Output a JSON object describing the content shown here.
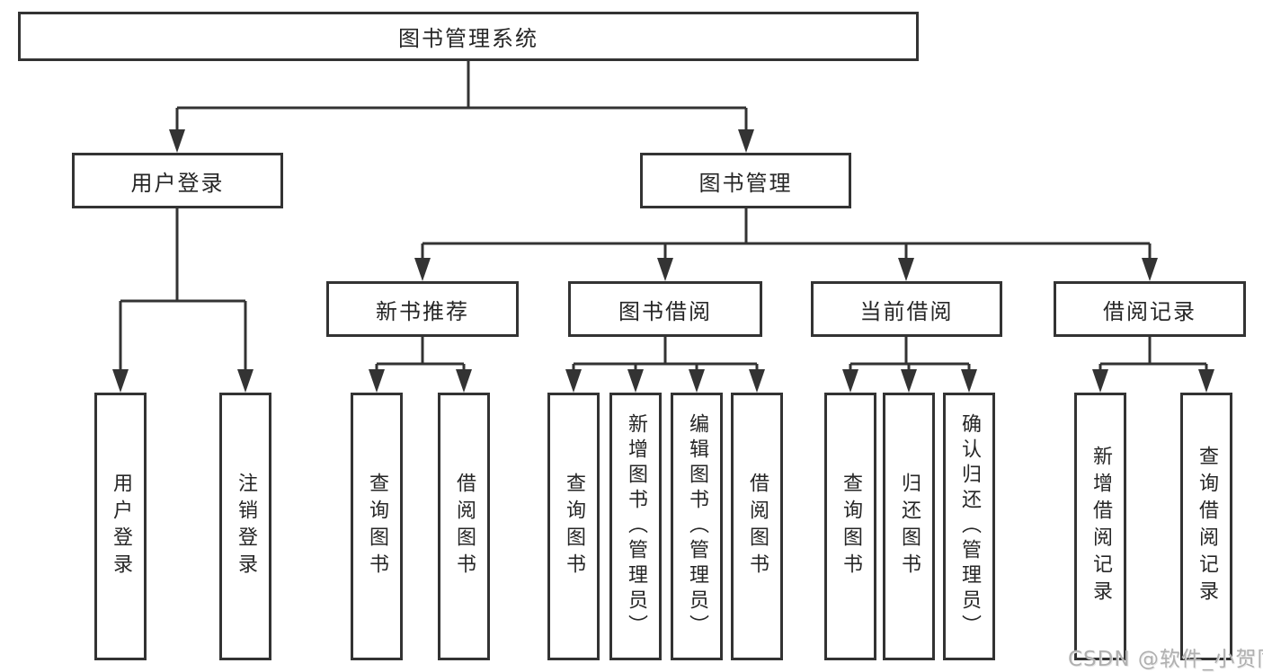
{
  "diagram": {
    "title": "图书管理系统",
    "root": {
      "label": "图书管理系统"
    },
    "level2": [
      {
        "label": "用户登录"
      },
      {
        "label": "图书管理"
      }
    ],
    "level3": [
      {
        "label": "新书推荐",
        "parent": "图书管理"
      },
      {
        "label": "图书借阅",
        "parent": "图书管理"
      },
      {
        "label": "当前借阅",
        "parent": "图书管理"
      },
      {
        "label": "借阅记录",
        "parent": "图书管理"
      }
    ],
    "leaves": [
      {
        "label": "用户登录",
        "parent": "用户登录"
      },
      {
        "label": "注销登录",
        "parent": "用户登录"
      },
      {
        "label": "查询图书",
        "parent": "新书推荐"
      },
      {
        "label": "借阅图书",
        "parent": "新书推荐"
      },
      {
        "label": "查询图书",
        "parent": "图书借阅"
      },
      {
        "label": "新增图书（管理员）",
        "parent": "图书借阅"
      },
      {
        "label": "编辑图书（管理员）",
        "parent": "图书借阅"
      },
      {
        "label": "借阅图书",
        "parent": "图书借阅"
      },
      {
        "label": "查询图书",
        "parent": "当前借阅"
      },
      {
        "label": "归还图书",
        "parent": "当前借阅"
      },
      {
        "label": "确认归还（管理员）",
        "parent": "当前借阅"
      },
      {
        "label": "新增借阅记录",
        "parent": "借阅记录"
      },
      {
        "label": "查询借阅记录",
        "parent": "借阅记录"
      }
    ],
    "colors": {
      "line": "#333333",
      "text": "#262626",
      "box_background": "#ffffff",
      "watermark": "#b0b0b0"
    }
  },
  "watermark": "CSDN @软件_小贺同学"
}
